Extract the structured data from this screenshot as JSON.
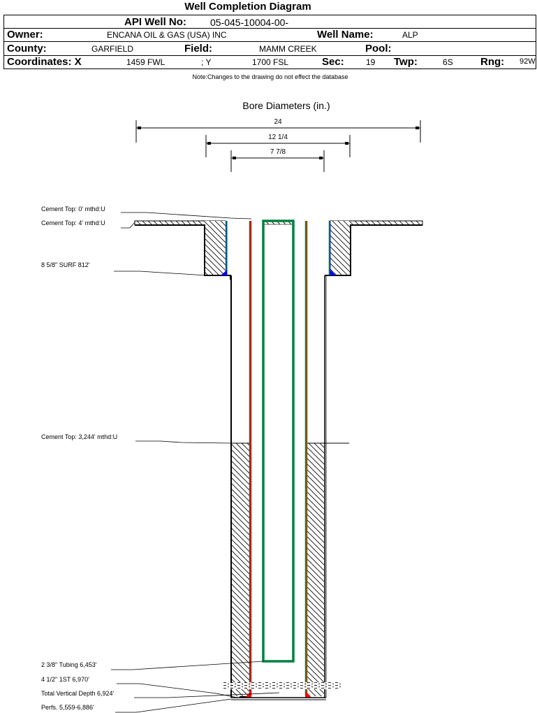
{
  "title": "Well Completion Diagram",
  "header": {
    "api_label": "API Well No:",
    "api_value": "05-045-10004-00-",
    "owner_label": "Owner:",
    "owner_value": "ENCANA OIL & GAS (USA) INC",
    "well_name_label": "Well Name:",
    "well_name_value": "ALP",
    "county_label": "County:",
    "county_value": "GARFIELD",
    "field_label": "Field:",
    "field_value": "MAMM CREEK",
    "pool_label": "Pool:",
    "pool_value": "",
    "coord_label": "Coordinates: X",
    "coord_x_value": "1459 FWL",
    "coord_y_label": "; Y",
    "coord_y_value": "1700 FSL",
    "sec_label": "Sec:",
    "sec_value": "19",
    "twp_label": "Twp:",
    "twp_value": "6S",
    "rng_label": "Rng:",
    "rng_value": "92W"
  },
  "note": "Note:Changes to the drawing do not effect the database",
  "bore": {
    "title": "Bore Diameters (in.)",
    "diameters": [
      "24",
      "12 1/4",
      "7 7/8"
    ]
  },
  "annotations": {
    "cement_top_0": "Cement Top: 0' mthd:U",
    "cement_top_4": "Cement Top: 4' mthd:U",
    "surface_casing": "8 5/8\" SURF      812'",
    "cement_top_3244": "Cement Top: 3,244' mthd:U",
    "tubing": "2 3/8\" Tubing 6,453'",
    "production_casing": "4 1/2\" 1ST        6,970'",
    "total_depth": "Total Vertical Depth 6,924'",
    "perfs": "Perfs. 5,559-6,886'"
  },
  "colors": {
    "casing_green": "#008040",
    "casing_red": "#e01000",
    "casing_brown": "#a05000",
    "cement_blue": "#0000ff",
    "perf_red": "#ff0000"
  }
}
